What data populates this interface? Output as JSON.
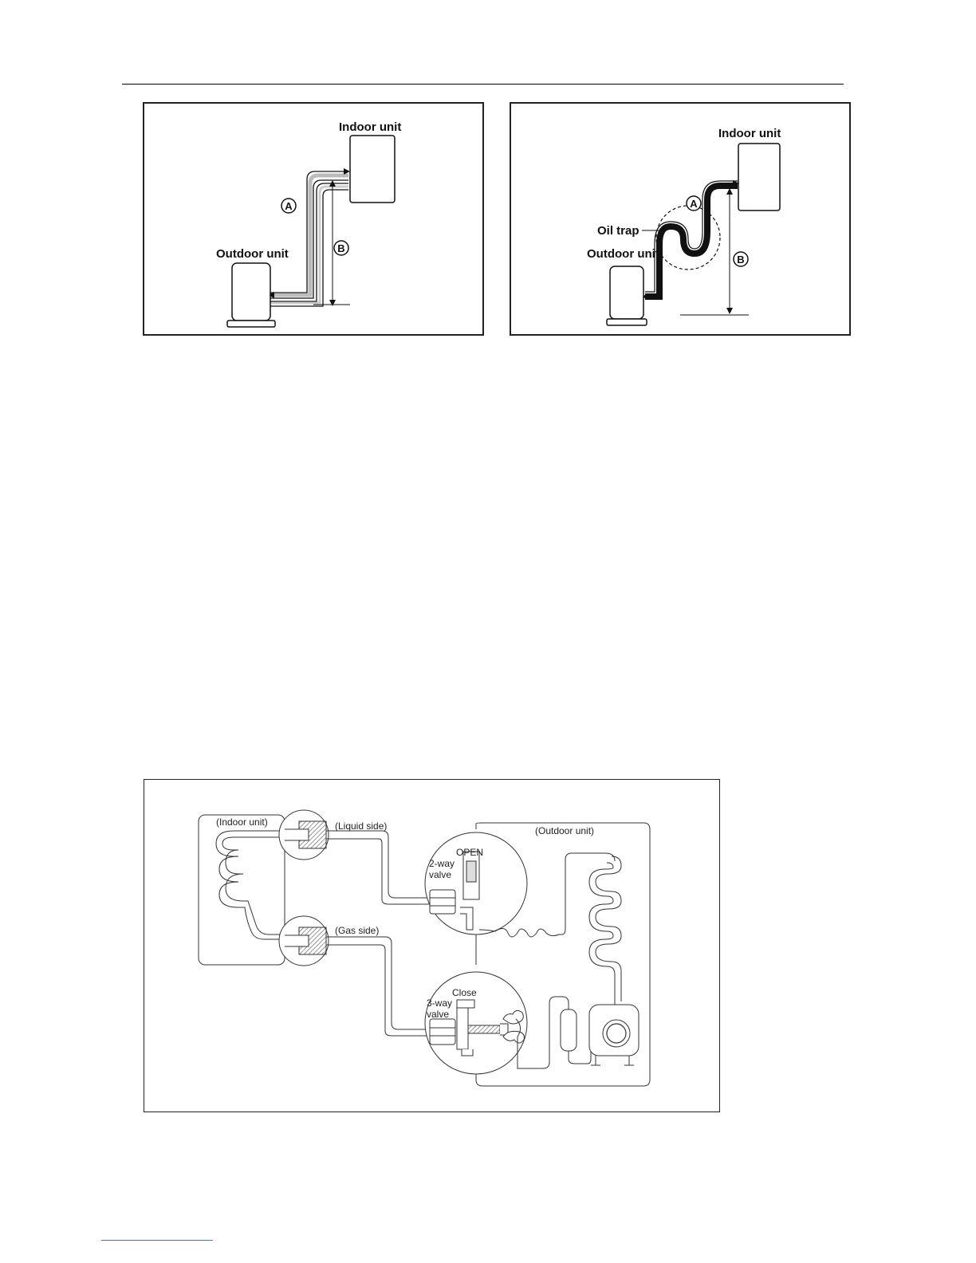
{
  "diagram_left": {
    "indoor_label": "Indoor unit",
    "outdoor_label": "Outdoor unit",
    "marker_a": "A",
    "marker_b": "B"
  },
  "diagram_right": {
    "indoor_label": "Indoor unit",
    "outdoor_label": "Outdoor unit",
    "oil_trap_label": "Oil trap",
    "marker_a": "A",
    "marker_b": "B"
  },
  "diagram_bottom": {
    "indoor_label": "(Indoor unit)",
    "outdoor_label": "(Outdoor unit)",
    "liquid_side_label": "(Liquid side)",
    "gas_side_label": "(Gas side)",
    "two_way_valve_line1": "2-way",
    "two_way_valve_line2": "valve",
    "two_way_state": "OPEN",
    "three_way_valve_line1": "3-way",
    "three_way_valve_line2": "valve",
    "three_way_state": "Close"
  }
}
